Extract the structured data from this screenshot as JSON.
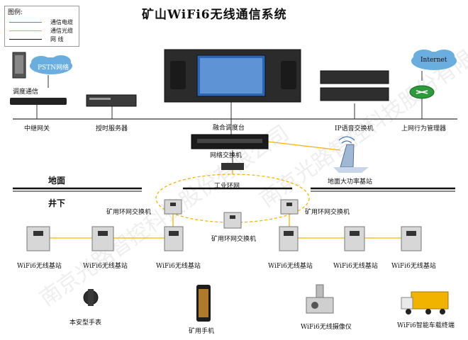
{
  "title": "矿山WiFi6无线通信系统",
  "legend": {
    "heading": "图例:",
    "items": [
      {
        "label": "通信电缆",
        "color": "#2196f3"
      },
      {
        "label": "通信光缆",
        "color": "#f5b400"
      },
      {
        "label": "网      线",
        "color": "#111111"
      }
    ]
  },
  "zones": {
    "surface": "地面",
    "underground": "井下"
  },
  "watermark": "南京光路智控科技股份有限公司",
  "labels": {
    "pstn": "PSTN网络",
    "dispatch_comm": "调度通信",
    "relay_gateway": "中继网关",
    "time_server": "授时服务器",
    "fusion_console": "融合调度台",
    "ip_switch": "IP语音交换机",
    "internet": "Internet",
    "behavior_manager": "上网行为管理器",
    "network_switch": "网络交换机",
    "ground_base": "地面大功率基站",
    "industrial_ring": "工业环网",
    "mine_ring_switch": "矿用环网交换机",
    "wifi_base": "WiFi6无线基站",
    "watch": "本安型手表",
    "phone": "矿用手机",
    "camera": "WiFi6无线摄像仪",
    "vehicle": "WiFi6智能车载终端"
  },
  "colors": {
    "fiber": "#f5b400",
    "cable": "#2196f3",
    "cloud": "#6aaee0",
    "box": "#d7d7d7"
  }
}
